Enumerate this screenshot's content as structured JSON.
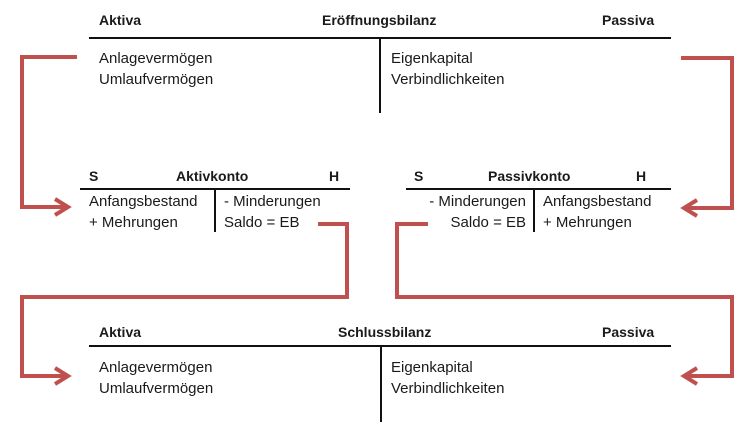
{
  "opening_balance": {
    "title": "Eröffnungsbilanz",
    "left_header": "Aktiva",
    "right_header": "Passiva",
    "left_items": [
      "Anlagevermögen",
      "Umlaufvermögen"
    ],
    "right_items": [
      "Eigenkapital",
      "Verbindlichkeiten"
    ]
  },
  "asset_account": {
    "title": "Aktivkonto",
    "left_header": "S",
    "right_header": "H",
    "left_items": [
      "Anfangsbestand",
      "+ Mehrungen"
    ],
    "right_items": [
      "- Minderungen",
      "Saldo = EB"
    ]
  },
  "liability_account": {
    "title": "Passivkonto",
    "left_header": "S",
    "right_header": "H",
    "left_items": [
      "- Minderungen",
      "Saldo = EB"
    ],
    "right_items": [
      "Anfangsbestand",
      "+ Mehrungen"
    ]
  },
  "closing_balance": {
    "title": "Schlussbilanz",
    "left_header": "Aktiva",
    "right_header": "Passiva",
    "left_items": [
      "Anlagevermögen",
      "Umlaufvermögen"
    ],
    "right_items": [
      "Eigenkapital",
      "Verbindlichkeiten"
    ]
  },
  "colors": {
    "arrow": "#c0504d",
    "line": "#111111"
  }
}
